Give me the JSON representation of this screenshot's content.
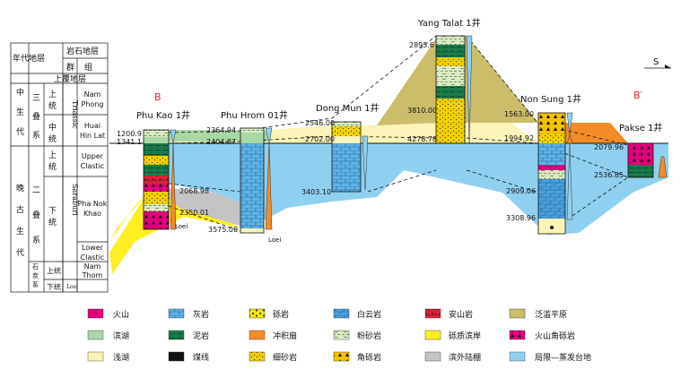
{
  "strat_table": {
    "header_left": "年代地层",
    "header_top": "岩石地层",
    "header_group": "群",
    "header_formation": "组",
    "overburden": "上覆地层",
    "era_meso": [
      "中",
      "生",
      "代"
    ],
    "era_paleo": [
      "晚",
      "古",
      "生",
      "代"
    ],
    "sys_triassic": [
      "三",
      "叠",
      "系"
    ],
    "sys_permian": [
      "二",
      "叠",
      "系"
    ],
    "sys_carb": [
      "石",
      "炭",
      "系"
    ],
    "series_upper": "上统",
    "series_middle": "中统",
    "series_lower": "下统",
    "tri_upper": [
      "上",
      "统"
    ],
    "tri_middle": [
      "中",
      "统"
    ],
    "perm_upper": [
      "上",
      "统"
    ],
    "perm_lower": [
      "下",
      "统"
    ],
    "group_triassic": "Triassic",
    "group_saraburi": "Saraburi",
    "group_loei": "Loei",
    "fm_nam_phong": [
      "Nam",
      "Phong"
    ],
    "fm_huai_hin_lat": [
      "Huai",
      "Hin Lat"
    ],
    "fm_upper_clastic": [
      "Upper",
      "Clastic"
    ],
    "fm_pha_nok_khao": [
      "Pha Nok",
      "Khao"
    ],
    "fm_lower_clastic": [
      "Lower",
      "Clastic"
    ],
    "fm_nam_thom": [
      "Nam",
      "Thom"
    ]
  },
  "section": {
    "label_b": "B",
    "label_b_prime": "B′",
    "direction": "S",
    "wells": [
      {
        "name": "Phu Kao 1井",
        "depths": [
          "1200.9",
          "1341.1",
          "2068.98",
          "2350.01"
        ],
        "loei": "Loei"
      },
      {
        "name": "Phu Hrom 01井",
        "depths": [
          "2364.94",
          "2404.87",
          "3575.00"
        ],
        "loei": "Loei"
      },
      {
        "name": "Dong Mun 1井",
        "depths": [
          "2546.00",
          "2702.00",
          "3403.10"
        ]
      },
      {
        "name": "Yang Talat 1井",
        "depths": [
          "2895.6",
          "3810.00",
          "4278.78"
        ]
      },
      {
        "name": "Non Sung 1井",
        "depths": [
          "1563.00",
          "1994.92",
          "2909.06",
          "3308.96"
        ]
      },
      {
        "name": "Pakse 1井",
        "depths": [
          "2079.96",
          "2536.85"
        ]
      }
    ]
  },
  "legend": [
    {
      "label": "火山",
      "fill": "#e0007a"
    },
    {
      "label": "灰岩",
      "fill": "#5fb4e6"
    },
    {
      "label": "砾岩",
      "fill": "#f4e800"
    },
    {
      "label": "白云岩",
      "fill": "#4aa0dc"
    },
    {
      "label": "安山岩",
      "fill": "#e0203a"
    },
    {
      "label": "泛滥平原",
      "fill": "#cbbd6a"
    },
    {
      "label": "滨湖",
      "fill": "#a9d8a4"
    },
    {
      "label": "泥岩",
      "fill": "#1a7a4a"
    },
    {
      "label": "冲积扇",
      "fill": "#f28c28"
    },
    {
      "label": "粉砂岩",
      "fill": "#d8ecc0"
    },
    {
      "label": "砾质滨岸",
      "fill": "#ffee22"
    },
    {
      "label": "火山角砾岩",
      "fill": "#e0007a"
    },
    {
      "label": "浅湖",
      "fill": "#fbf3b8"
    },
    {
      "label": "煤线",
      "fill": "#111111"
    },
    {
      "label": "细砂岩",
      "fill": "#f2d200"
    },
    {
      "label": "角砾岩",
      "fill": "#f2c200"
    },
    {
      "label": "滨外陆棚",
      "fill": "#c4c4c4"
    },
    {
      "label": "局限—蒸发台地",
      "fill": "#8fd0f0"
    }
  ]
}
